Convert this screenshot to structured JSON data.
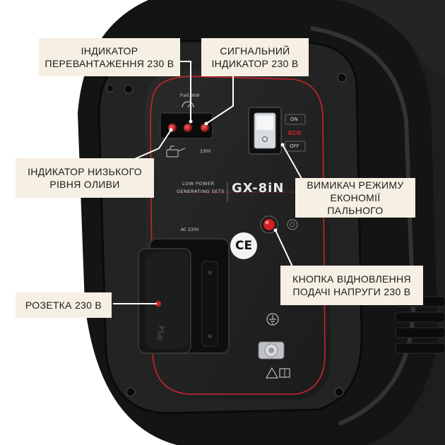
{
  "callouts": {
    "overload": "ІНДИКАТОР\nПЕРЕВАНТАЖЕННЯ 230 В",
    "signal": "СИГНАЛЬНИЙ\nІНДИКАТОР 230 В",
    "oil": "ІНДИКАТОР НИЗЬКОГО\nРІВНЯ ОЛИВИ",
    "eco": "ВИМИКАЧ РЕЖИМУ\nЕКОНОМІЇ ПАЛЬНОГО",
    "reset": "КНОПКА ВІДНОВЛЕННЯ\nПОДАЧІ НАПРУГИ 230 В",
    "socket": "РОЗЕТКА 230 В"
  },
  "panel": {
    "brand_top": "LOW POWER",
    "brand_bottom": "GENERATING SETS",
    "model": "GX-8iN",
    "power_label": "P≤0.8kW",
    "v230": "230V",
    "ac230": "AC 230V",
    "switch_on": "ON",
    "switch_eco": "ECO",
    "switch_off": "OFF",
    "ce_mark": "CE",
    "ip_rating": "IP54"
  },
  "colors": {
    "callout_bg": "#f6efe3",
    "accent_red": "#c9252b",
    "body_black": "#1a1a1a"
  }
}
